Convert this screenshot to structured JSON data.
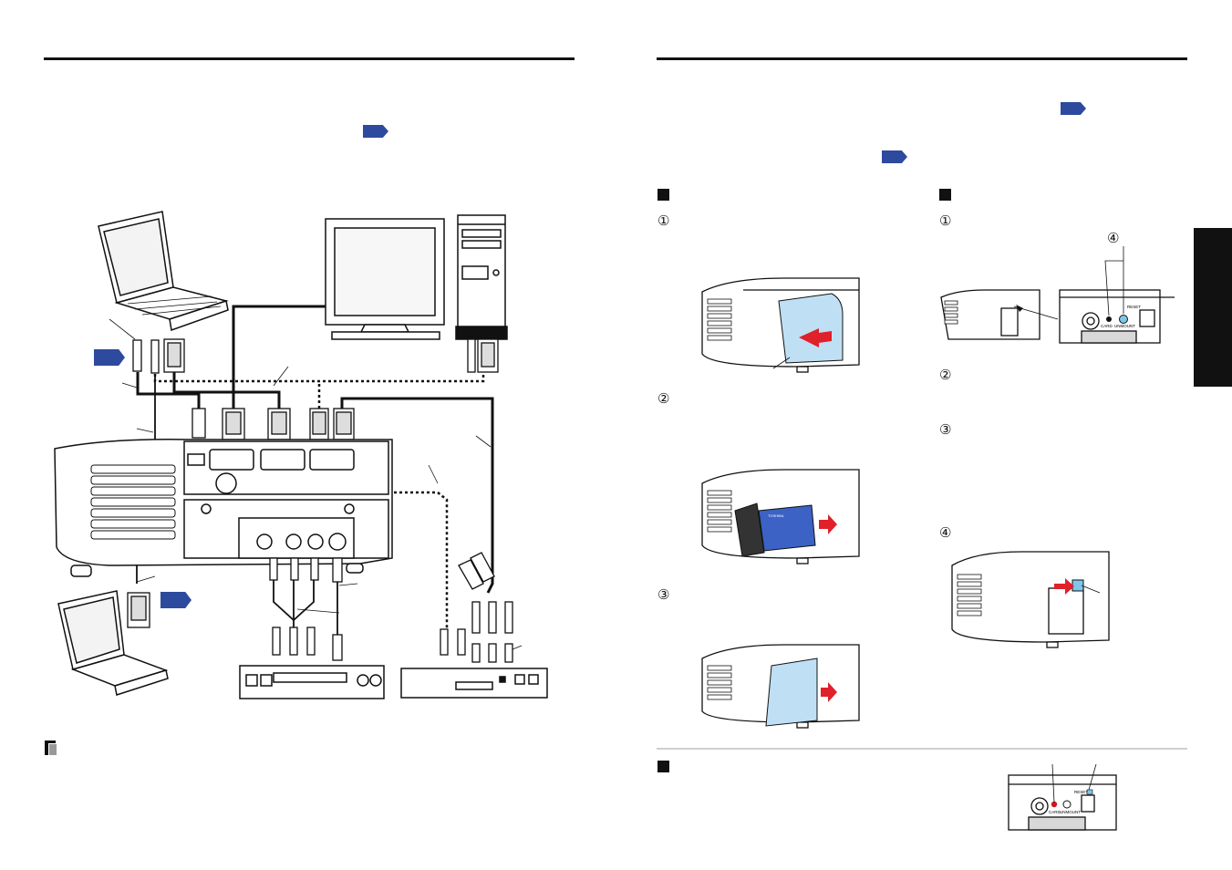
{
  "figure": {
    "projector_panel": {
      "card_label": "CARD",
      "unmount_label": "UNMOUNT",
      "reset_label": "RESET"
    },
    "pc_card_brand": "TOSHIBA"
  },
  "steps": {
    "left_column": [
      "①",
      "②",
      "③"
    ],
    "right_column": [
      "①",
      "②",
      "③",
      "④"
    ],
    "callout": "④"
  },
  "colors": {
    "reference_arrow": "#2e4a9e",
    "card_cover": "#bfe0f4",
    "highlight_arrow": "#e0202a",
    "led": "#d0141e"
  }
}
